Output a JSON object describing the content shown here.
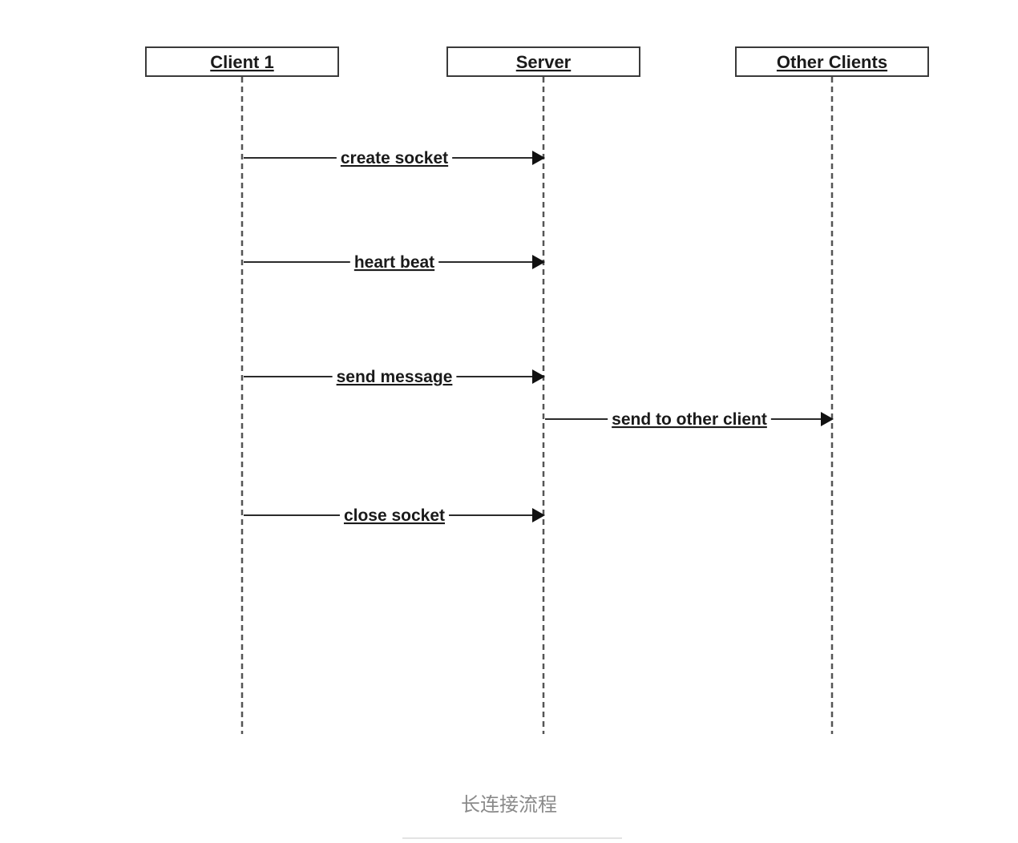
{
  "diagram": {
    "participants": [
      {
        "id": "client1",
        "label": "Client 1"
      },
      {
        "id": "server",
        "label": "Server"
      },
      {
        "id": "others",
        "label": "Other Clients"
      }
    ],
    "messages": [
      {
        "from": "client1",
        "to": "server",
        "label": "create socket"
      },
      {
        "from": "client1",
        "to": "server",
        "label": "heart beat"
      },
      {
        "from": "client1",
        "to": "server",
        "label": "send message"
      },
      {
        "from": "server",
        "to": "others",
        "label": "send to other client"
      },
      {
        "from": "client1",
        "to": "server",
        "label": "close socket"
      }
    ]
  },
  "caption": "长连接流程"
}
